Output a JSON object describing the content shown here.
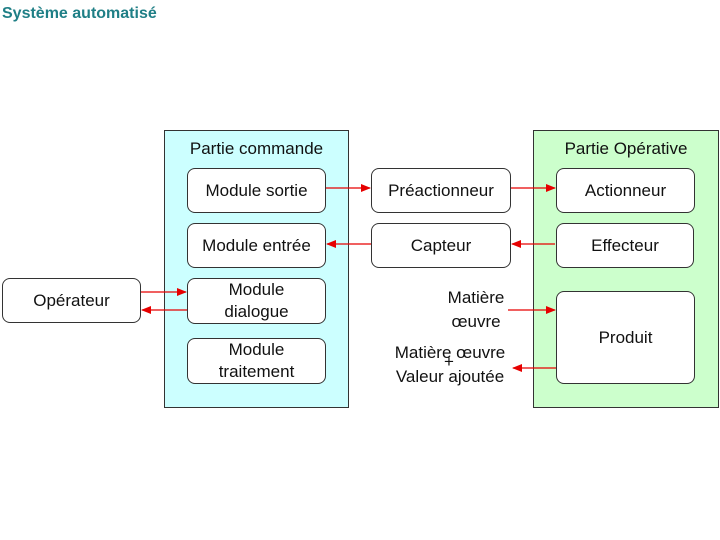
{
  "title": "Système automatisé",
  "partie_commande": {
    "title": "Partie commande",
    "modules": [
      "Module sortie",
      "Module entrée",
      "Module dialogue",
      "Module traitement"
    ]
  },
  "interfaces": {
    "preactionneur": "Préactionneur",
    "capteur": "Capteur"
  },
  "operateur": "Opérateur",
  "partie_operative": {
    "title": "Partie Opérative",
    "actionneur": "Actionneur",
    "effecteur": "Effecteur",
    "produit": "Produit"
  },
  "flows": {
    "matiere_oeuvre_line1": "Matière",
    "matiere_oeuvre_line2": "œuvre",
    "sortie_line1": "Matière œuvre",
    "sortie_plus": "+",
    "sortie_line2": "Valeur ajoutée"
  },
  "colors": {
    "title": "#1f7f86",
    "partie_commande_bg": "#ccffff",
    "partie_operative_bg": "#ccffcc",
    "arrow": "#e60000"
  }
}
